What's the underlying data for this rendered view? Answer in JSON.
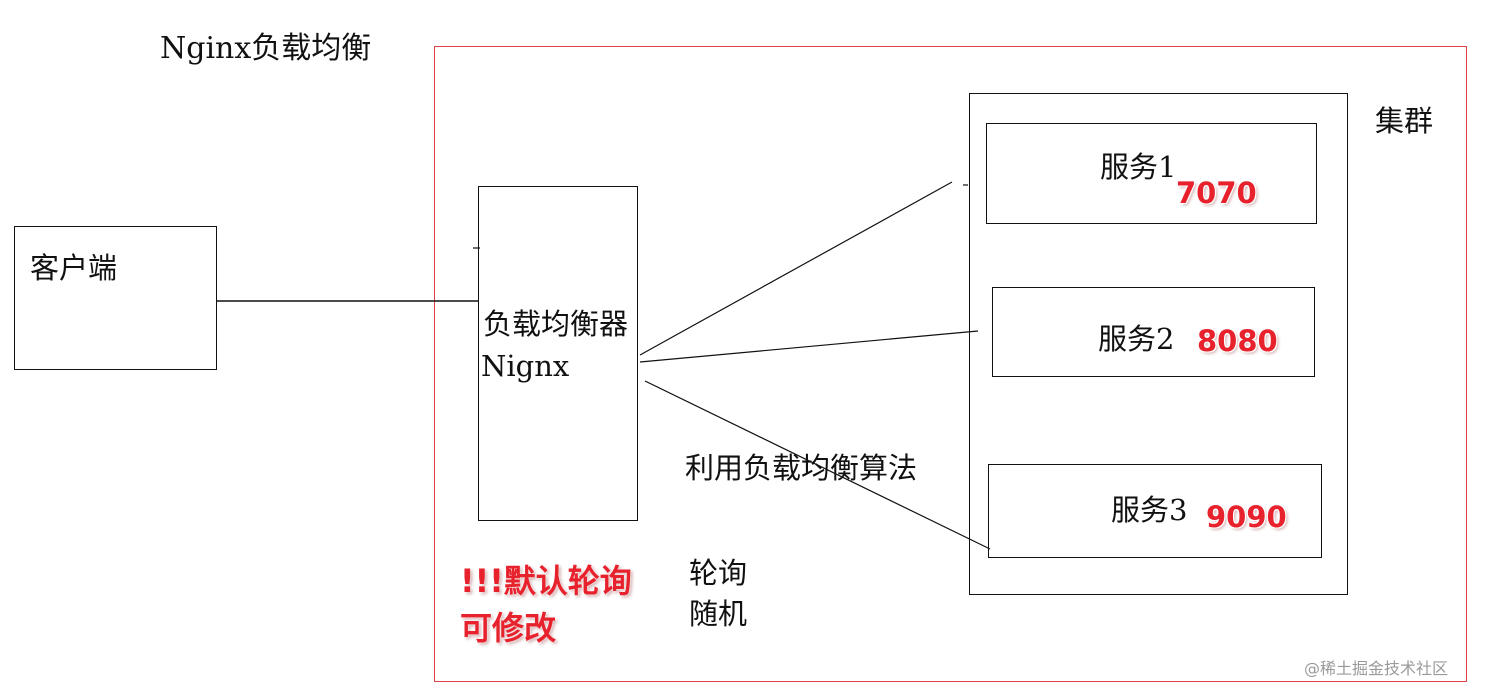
{
  "title": "Nginx负载均衡",
  "client": {
    "label": "客户端"
  },
  "load_balancer": {
    "label": "负载均衡器",
    "name": "Nignx"
  },
  "cluster": {
    "label": "集群",
    "services": [
      {
        "label": "服务1",
        "port": "7070"
      },
      {
        "label": "服务2",
        "port": "8080"
      },
      {
        "label": "服务3",
        "port": "9090"
      }
    ]
  },
  "algorithm_label": "利用负载均衡算法",
  "strategies": [
    "轮询",
    "随机"
  ],
  "default_note": {
    "line1": "!!!默认轮询",
    "line2": "可修改"
  },
  "watermark": "@稀土掘金技术社区",
  "colors": {
    "frame": "#e0404a",
    "port": "#e8222d",
    "line": "#111111"
  }
}
